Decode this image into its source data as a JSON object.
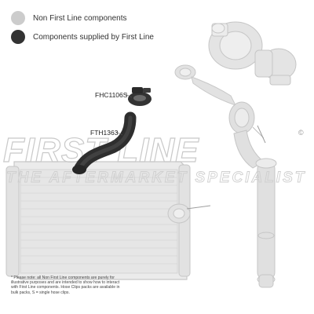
{
  "legend": [
    {
      "label": "Non First Line components",
      "color": "#cccccc"
    },
    {
      "label": "Components supplied by First Line",
      "color": "#333333"
    }
  ],
  "parts": {
    "clip": {
      "code": "FHC1106S"
    },
    "hose": {
      "code": "FTH1363"
    }
  },
  "watermark": {
    "brand": "FIRST LINE",
    "tagline": "THE AFTERMARKET SPECIALIST",
    "copyright": "©"
  },
  "note": "* Please note: all Non First Line components are purely for illustrative purposes and are intended to show how to interact with First Line components. Hose Clips packs are available in bulk packs, S = single hose clips.",
  "colors": {
    "non_first_line": "#cccccc",
    "first_line": "#333333"
  }
}
